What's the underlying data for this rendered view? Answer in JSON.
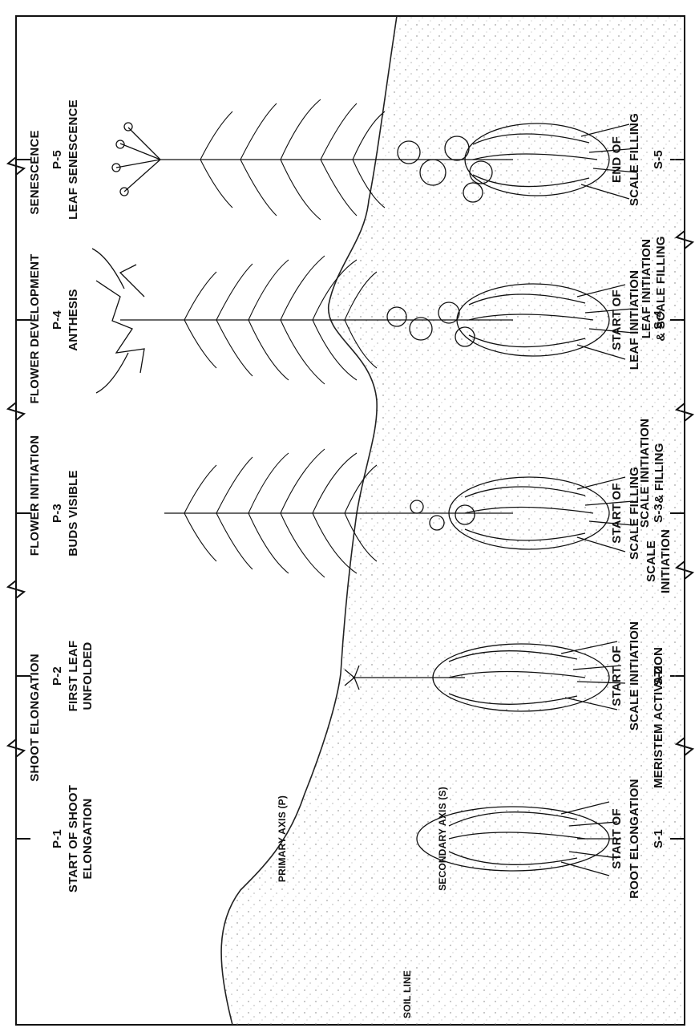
{
  "top_phases": [
    "SHOOT ELONGATION",
    "FLOWER INITIATION",
    "FLOWER DEVELOPMENT",
    "SENESCENCE"
  ],
  "primary_stages": [
    {
      "code": "P-1",
      "lines": [
        "START OF SHOOT",
        "ELONGATION"
      ]
    },
    {
      "code": "P-2",
      "lines": [
        "FIRST LEAF",
        "UNFOLDED"
      ]
    },
    {
      "code": "P-3",
      "lines": [
        "BUDS VISIBLE"
      ]
    },
    {
      "code": "P-4",
      "lines": [
        "ANTHESIS"
      ]
    },
    {
      "code": "P-5",
      "lines": [
        "LEAF SENESCENCE"
      ]
    }
  ],
  "secondary_stages": [
    {
      "code": "S-1",
      "lines": [
        "START OF",
        "ROOT ELONGATION"
      ]
    },
    {
      "code": "S-2",
      "lines": [
        "START OF",
        "SCALE INITIATION"
      ]
    },
    {
      "code": "S-3",
      "lines": [
        "START OF",
        "SCALE FILLING"
      ]
    },
    {
      "code": "S-4",
      "lines": [
        "START OF",
        "LEAF INITIATION"
      ]
    },
    {
      "code": "S-5",
      "lines": [
        "END OF",
        "SCALE FILLING"
      ]
    }
  ],
  "bottom_phases": [
    {
      "lines": [
        "MERISTEM ACTIVATION"
      ]
    },
    {
      "lines": [
        "SCALE",
        "INITIATION"
      ]
    },
    {
      "lines": [
        "SCALE INITIATION",
        "& FILLING"
      ]
    },
    {
      "lines": [
        "LEAF INITIATION",
        "& SCALE FILLING"
      ]
    }
  ],
  "axis_labels": {
    "primary": "PRIMARY AXIS (P)",
    "secondary": "SECONDARY AXIS (S)",
    "soil": "SOIL LINE"
  }
}
